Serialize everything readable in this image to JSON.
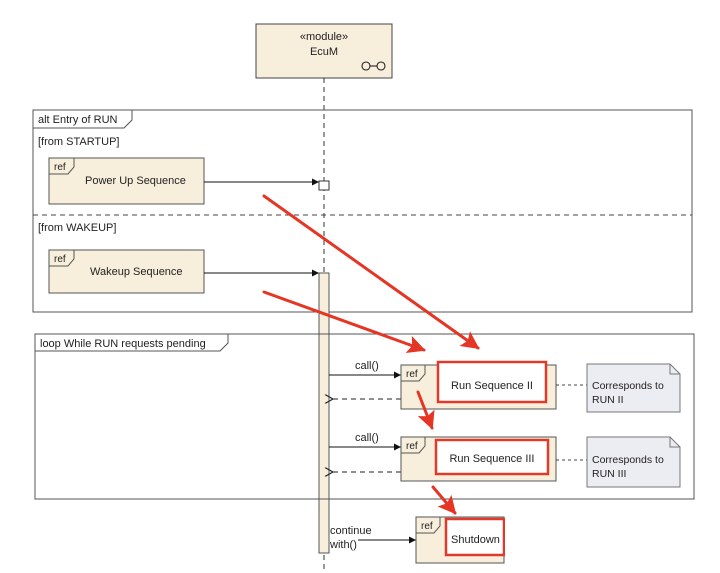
{
  "lifeline": {
    "stereotype": "«module»",
    "name": "EcuM"
  },
  "alt_fragment": {
    "label": "alt Entry of RUN",
    "guards": [
      "[from STARTUP]",
      "[from WAKEUP]"
    ],
    "refs": [
      "Power Up Sequence",
      "Wakeup Sequence"
    ]
  },
  "loop_fragment": {
    "label": "loop While RUN requests pending",
    "calls": [
      "call()",
      "call()"
    ],
    "refs": [
      "Run Sequence II",
      "Run Sequence III"
    ],
    "notes": [
      [
        "Corresponds to",
        "RUN II"
      ],
      [
        "Corresponds to",
        "RUN III"
      ]
    ]
  },
  "continue": {
    "lines": [
      "continue",
      "with()"
    ],
    "ref": "Shutdown"
  },
  "ref_tag": "ref",
  "colors": {
    "box_fill": "#f8eedc",
    "note_fill": "#ececf3",
    "highlight": "#e03a2a",
    "arrow": "#e53524",
    "line": "#222222"
  }
}
